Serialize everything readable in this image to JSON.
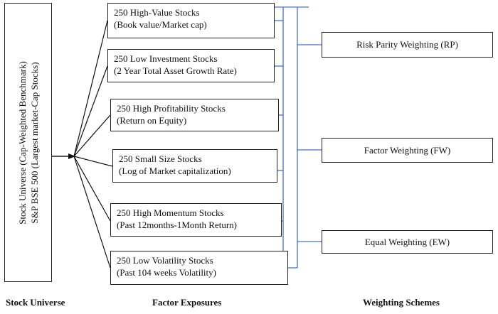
{
  "stock_universe": {
    "line1": "Stock Universe (Cap-Weighted Benchmark)",
    "line2": "S&P BSE 500 (Largest market-Cap Stocks)"
  },
  "factors": [
    {
      "title": "250 High-Value Stocks",
      "subtitle": "(Book value/Market cap)"
    },
    {
      "title": "250 Low Investment Stocks",
      "subtitle": "(2 Year Total Asset Growth Rate)"
    },
    {
      "title": "250 High Profitability Stocks",
      "subtitle": "(Return on Equity)"
    },
    {
      "title": "250 Small Size Stocks",
      "subtitle": "(Log of Market capitalization)"
    },
    {
      "title": "250 High Momentum Stocks",
      "subtitle": "(Past 12months-1Month Return)"
    },
    {
      "title": "250 Low Volatility Stocks",
      "subtitle": "(Past 104 weeks Volatility)"
    }
  ],
  "schemes": [
    {
      "label": "Risk Parity Weighting (RP)"
    },
    {
      "label": "Factor Weighting (FW)"
    },
    {
      "label": "Equal Weighting (EW)"
    }
  ],
  "footer": {
    "stock_universe": "Stock Universe",
    "factor_exposures": "Factor Exposures",
    "weighting_schemes": "Weighting Schemes"
  },
  "colors": {
    "connector_blue": "#4472c4",
    "arrow_black": "#111111"
  }
}
